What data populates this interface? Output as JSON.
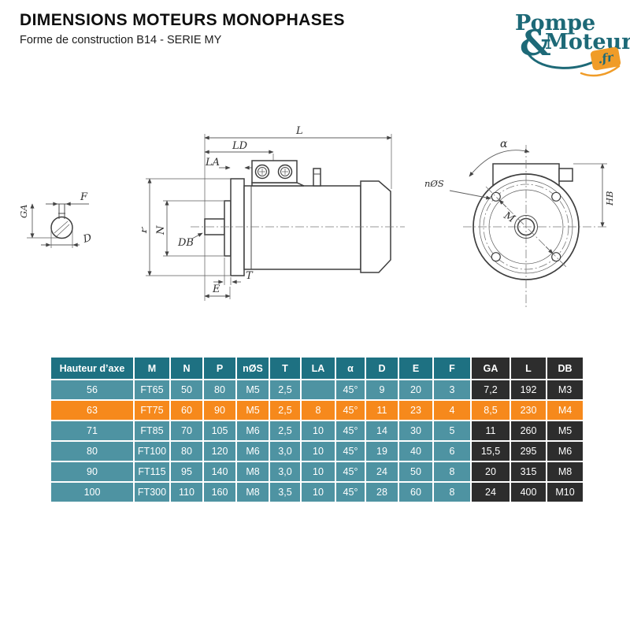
{
  "page": {
    "title": "DIMENSIONS MOTEURS MONOPHASES",
    "subtitle": "Forme de construction B14 - SERIE MY"
  },
  "logo": {
    "word1": "Pompe",
    "ampersand": "&",
    "word2": "Moteur",
    "tld": ".fr",
    "teal": "#1d6977",
    "orange": "#f09c28"
  },
  "diagrams": {
    "shaft_section": {
      "ga": "GA",
      "f": "F",
      "d": "D"
    },
    "side_view": {
      "l": "L",
      "ld": "LD",
      "la": "LA",
      "p": "P",
      "n": "N",
      "db": "DB",
      "t": "T",
      "e": "E"
    },
    "front_view": {
      "alpha": "α",
      "holes": "nØS",
      "m": "M",
      "hb": "HB"
    }
  },
  "table": {
    "columns": [
      "Hauteur d’axe",
      "M",
      "N",
      "P",
      "nØS",
      "T",
      "LA",
      "α",
      "D",
      "E",
      "F",
      "GA",
      "L",
      "DB"
    ],
    "dark_columns": [
      "GA",
      "L",
      "DB"
    ],
    "rows": [
      {
        "highlight": false,
        "values": [
          "56",
          "FT65",
          "50",
          "80",
          "M5",
          "2,5",
          "",
          "45°",
          "9",
          "20",
          "3",
          "7,2",
          "192",
          "M3"
        ]
      },
      {
        "highlight": true,
        "values": [
          "63",
          "FT75",
          "60",
          "90",
          "M5",
          "2,5",
          "8",
          "45°",
          "11",
          "23",
          "4",
          "8,5",
          "230",
          "M4"
        ]
      },
      {
        "highlight": false,
        "values": [
          "71",
          "FT85",
          "70",
          "105",
          "M6",
          "2,5",
          "10",
          "45°",
          "14",
          "30",
          "5",
          "11",
          "260",
          "M5"
        ]
      },
      {
        "highlight": false,
        "values": [
          "80",
          "FT100",
          "80",
          "120",
          "M6",
          "3,0",
          "10",
          "45°",
          "19",
          "40",
          "6",
          "15,5",
          "295",
          "M6"
        ]
      },
      {
        "highlight": false,
        "values": [
          "90",
          "FT115",
          "95",
          "140",
          "M8",
          "3,0",
          "10",
          "45°",
          "24",
          "50",
          "8",
          "20",
          "315",
          "M8"
        ]
      },
      {
        "highlight": false,
        "values": [
          "100",
          "FT300",
          "110",
          "160",
          "M8",
          "3,5",
          "10",
          "45°",
          "28",
          "60",
          "8",
          "24",
          "400",
          "M10"
        ]
      }
    ],
    "colors": {
      "header_teal": "#1e7182",
      "row_teal": "#4e93a2",
      "dark": "#2d2d2d",
      "highlight_orange": "#f6891c",
      "grid": "#ffffff"
    }
  }
}
